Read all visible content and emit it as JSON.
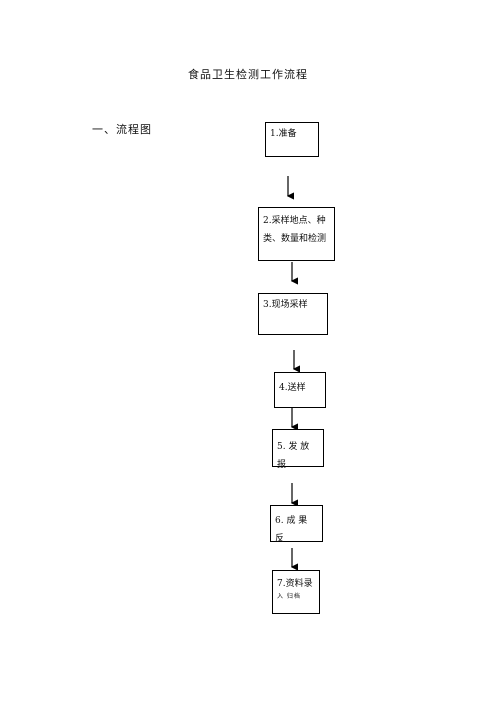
{
  "document": {
    "title": "食品卫生检测工作流程",
    "section_heading": "一、流程图"
  },
  "flow": {
    "step1": "1.准备",
    "step2_line1": "2.采样地点、种",
    "step2_line2": "类、数量和检测",
    "step3": "3.现场采样",
    "step4": "4.送样",
    "step5": "5. 发 放 报",
    "step6": "6. 成 果 反",
    "step7_line1": "7.资料录",
    "step7_line2": "入    归档"
  }
}
